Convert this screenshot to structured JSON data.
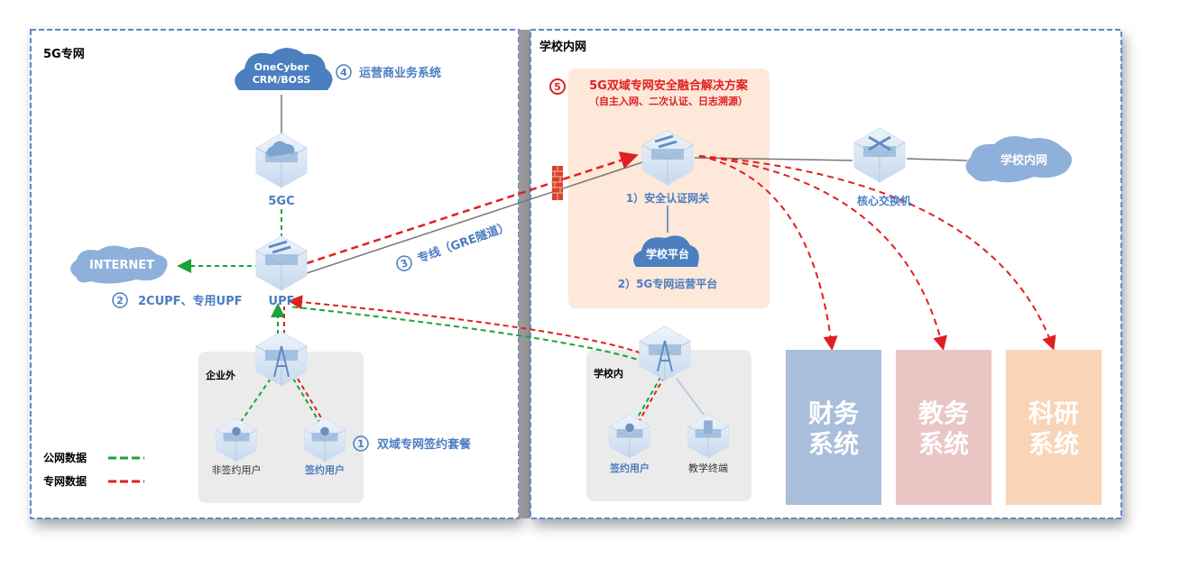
{
  "panels": {
    "left_title": "5G专网",
    "right_title": "学校内网"
  },
  "nodes": {
    "crm_cloud": {
      "line1": "OneCyber",
      "line2": "CRM/BOSS"
    },
    "crm_label": {
      "num": "4",
      "text": "运营商业务系统"
    },
    "core": "5GC",
    "upf": "UPF",
    "internet": "INTERNET",
    "upf_label": {
      "num": "2",
      "text": "2CUPF、专用UPF"
    },
    "tunnel_label": {
      "num": "3",
      "text": "专线（GRE隧道）"
    },
    "solution": {
      "num": "5",
      "title": "5G双域专网安全融合解决方案",
      "subtitle": "（自主入网、二次认证、日志溯源）"
    },
    "gateway": "1）安全认证网关",
    "school_platform_cloud": "学校平台",
    "school_platform_label": "2）5G专网运营平台",
    "core_switch": "核心交换机",
    "school_intranet_cloud": "学校内网",
    "systems": [
      {
        "line1": "财务",
        "line2": "系统",
        "color": "#a9bedb"
      },
      {
        "line1": "教务",
        "line2": "系统",
        "color": "#e9c6c4"
      },
      {
        "line1": "科研",
        "line2": "系统",
        "color": "#f9d4b6"
      }
    ],
    "enterprise_outside": {
      "title": "企业外",
      "user_a": "非签约用户",
      "user_b": "签约用户"
    },
    "package_label": {
      "num": "1",
      "text": "双域专网签约套餐"
    },
    "school_inside": {
      "title": "学校内",
      "user": "签约用户",
      "terminal": "教学终端"
    }
  },
  "legend": [
    {
      "label": "公网数据",
      "color": "#1aa33a"
    },
    {
      "label": "专网数据",
      "color": "#e02020"
    }
  ],
  "colors": {
    "accent_blue": "#4a7dc0",
    "border": "#5b8bd0",
    "red": "#e02020",
    "green": "#1aa33a"
  }
}
